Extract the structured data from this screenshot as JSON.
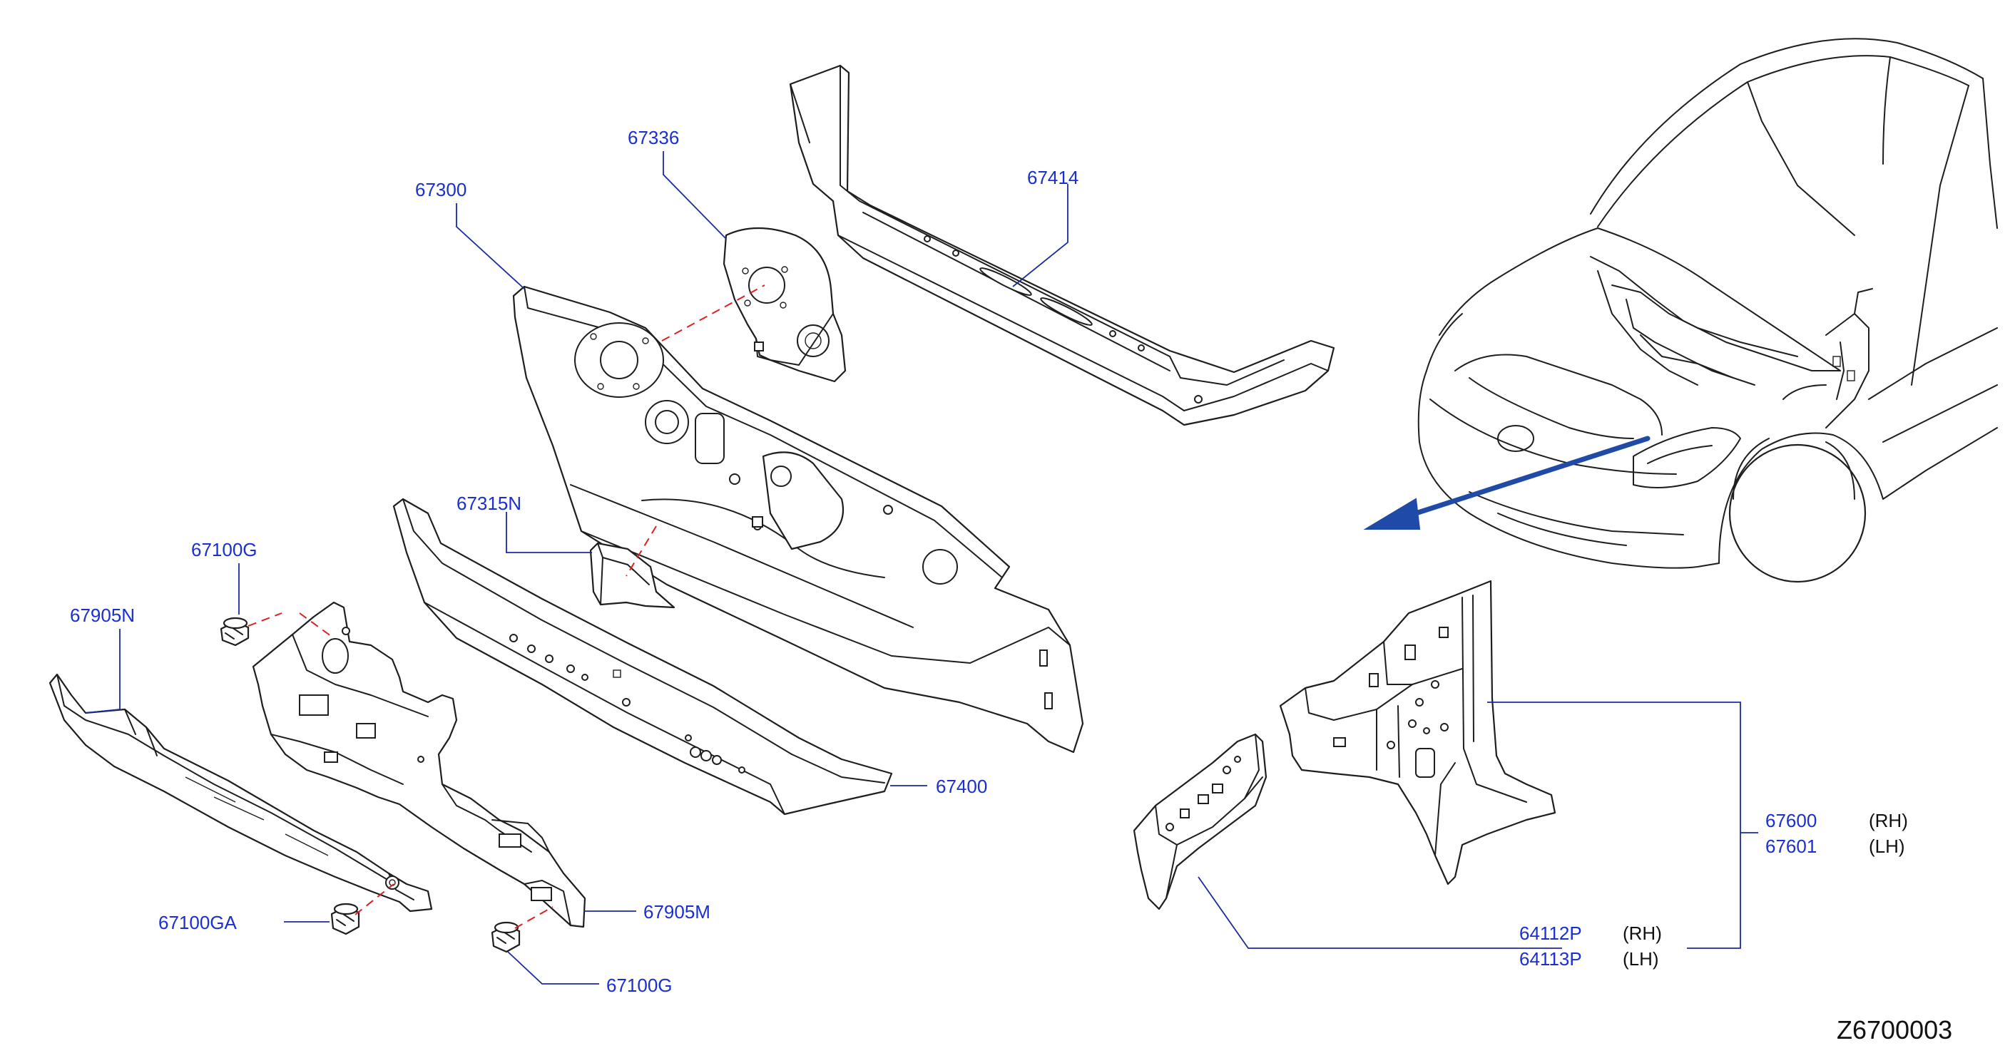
{
  "parts": [
    {
      "number": "67336"
    },
    {
      "number": "67300"
    },
    {
      "number": "67414"
    },
    {
      "number": "67315N"
    },
    {
      "number": "67100G"
    },
    {
      "number": "67905N"
    },
    {
      "number": "67400"
    },
    {
      "number": "67100GA"
    },
    {
      "number": "67905M"
    },
    {
      "number": "67100G"
    },
    {
      "number": "67600",
      "side": "(RH)"
    },
    {
      "number": "67601",
      "side": "(LH)"
    },
    {
      "number": "64112P",
      "side": "(RH)"
    },
    {
      "number": "64113P",
      "side": "(LH)"
    }
  ],
  "diagram_code": "Z6700003",
  "colors": {
    "part_label": "#1a2fd0",
    "leader_line": "#1a2aa0",
    "fit_line": "#e02020",
    "arrow": "#1f4aa8",
    "outline": "#1e1e1e"
  }
}
